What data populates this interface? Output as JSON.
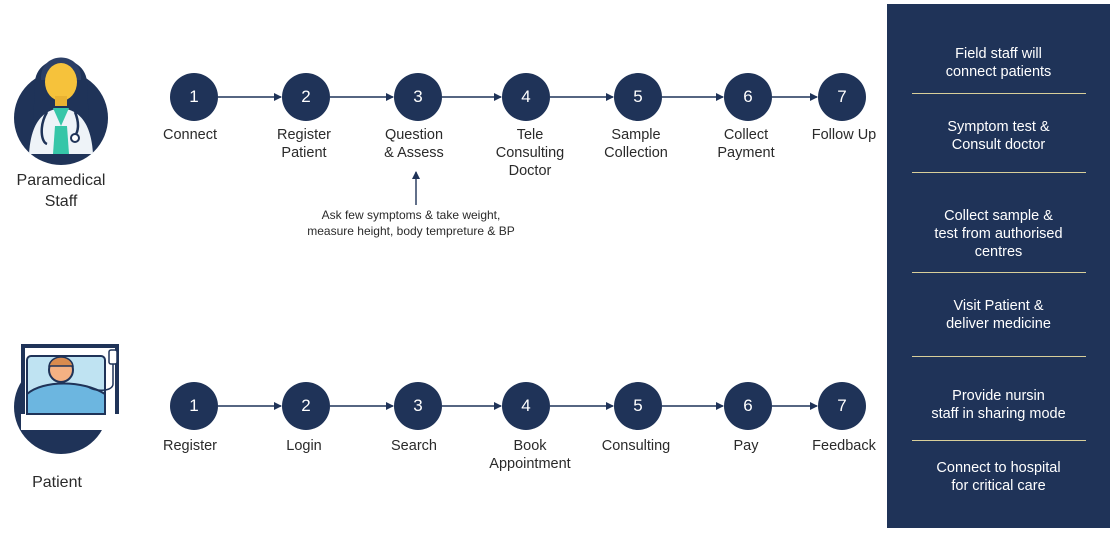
{
  "colors": {
    "navy": "#1f3358",
    "divider": "#d8cf9a",
    "line": "#1f3358"
  },
  "paramedical": {
    "role_label": "Paramedical\nStaff",
    "icon": "doctor-avatar-icon",
    "steps": [
      {
        "num": "1",
        "label": "Connect"
      },
      {
        "num": "2",
        "label": "Register\nPatient"
      },
      {
        "num": "3",
        "label": "Question\n& Assess"
      },
      {
        "num": "4",
        "label": "Tele\nConsulting\nDoctor"
      },
      {
        "num": "5",
        "label": "Sample\nCollection"
      },
      {
        "num": "6",
        "label": "Collect\nPayment"
      },
      {
        "num": "7",
        "label": "Follow Up"
      }
    ],
    "note": "Ask few symptoms & take weight,\nmeasure height, body tempreture & BP"
  },
  "patient": {
    "role_label": "Patient",
    "icon": "patient-in-bed-icon",
    "steps": [
      {
        "num": "1",
        "label": "Register"
      },
      {
        "num": "2",
        "label": "Login"
      },
      {
        "num": "3",
        "label": "Search"
      },
      {
        "num": "4",
        "label": "Book\nAppointment"
      },
      {
        "num": "5",
        "label": "Consulting"
      },
      {
        "num": "6",
        "label": "Pay"
      },
      {
        "num": "7",
        "label": "Feedback"
      }
    ]
  },
  "panel": {
    "items": [
      "Field staff will\nconnect patients",
      "Symptom test &\nConsult doctor",
      "Collect sample &\ntest from authorised\ncentres",
      "Visit Patient &\ndeliver medicine",
      "Provide nursin\nstaff in sharing mode",
      "Connect to hospital\nfor critical care"
    ]
  }
}
